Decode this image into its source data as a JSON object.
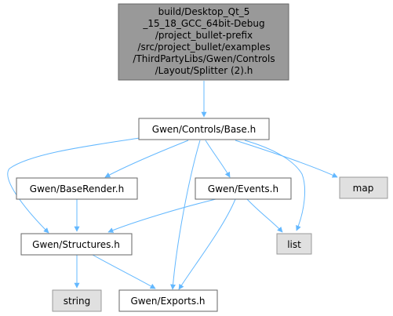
{
  "nodes": [
    {
      "id": "root",
      "lines": [
        "build/Desktop_Qt_5",
        "_15_18_GCC_64bit-Debug",
        "/project_bullet-prefix",
        "/src/project_bullet/examples",
        "/ThirdPartyLibs/Gwen/Controls",
        "/Layout/Splitter (2).h"
      ],
      "style": "root"
    },
    {
      "id": "base",
      "lines": [
        "Gwen/Controls/Base.h"
      ],
      "style": "normal"
    },
    {
      "id": "baserender",
      "lines": [
        "Gwen/BaseRender.h"
      ],
      "style": "normal"
    },
    {
      "id": "events",
      "lines": [
        "Gwen/Events.h"
      ],
      "style": "normal"
    },
    {
      "id": "map",
      "lines": [
        "map"
      ],
      "style": "system"
    },
    {
      "id": "structures",
      "lines": [
        "Gwen/Structures.h"
      ],
      "style": "normal"
    },
    {
      "id": "list",
      "lines": [
        "list"
      ],
      "style": "system"
    },
    {
      "id": "string",
      "lines": [
        "string"
      ],
      "style": "system"
    },
    {
      "id": "exports",
      "lines": [
        "Gwen/Exports.h"
      ],
      "style": "normal"
    }
  ],
  "edges": [
    {
      "from": "root",
      "to": "base"
    },
    {
      "from": "base",
      "to": "baserender"
    },
    {
      "from": "base",
      "to": "events"
    },
    {
      "from": "base",
      "to": "map"
    },
    {
      "from": "base",
      "to": "structures"
    },
    {
      "from": "base",
      "to": "list"
    },
    {
      "from": "base",
      "to": "exports"
    },
    {
      "from": "baserender",
      "to": "structures"
    },
    {
      "from": "events",
      "to": "structures"
    },
    {
      "from": "events",
      "to": "list"
    },
    {
      "from": "events",
      "to": "exports"
    },
    {
      "from": "structures",
      "to": "string"
    },
    {
      "from": "structures",
      "to": "exports"
    }
  ],
  "colors": {
    "root_fill": "#999999",
    "root_stroke": "#666666",
    "normal_fill": "#ffffff",
    "normal_stroke": "#666666",
    "system_fill": "#e0e0e0",
    "system_stroke": "#999999",
    "edge": "#63b8ff"
  }
}
